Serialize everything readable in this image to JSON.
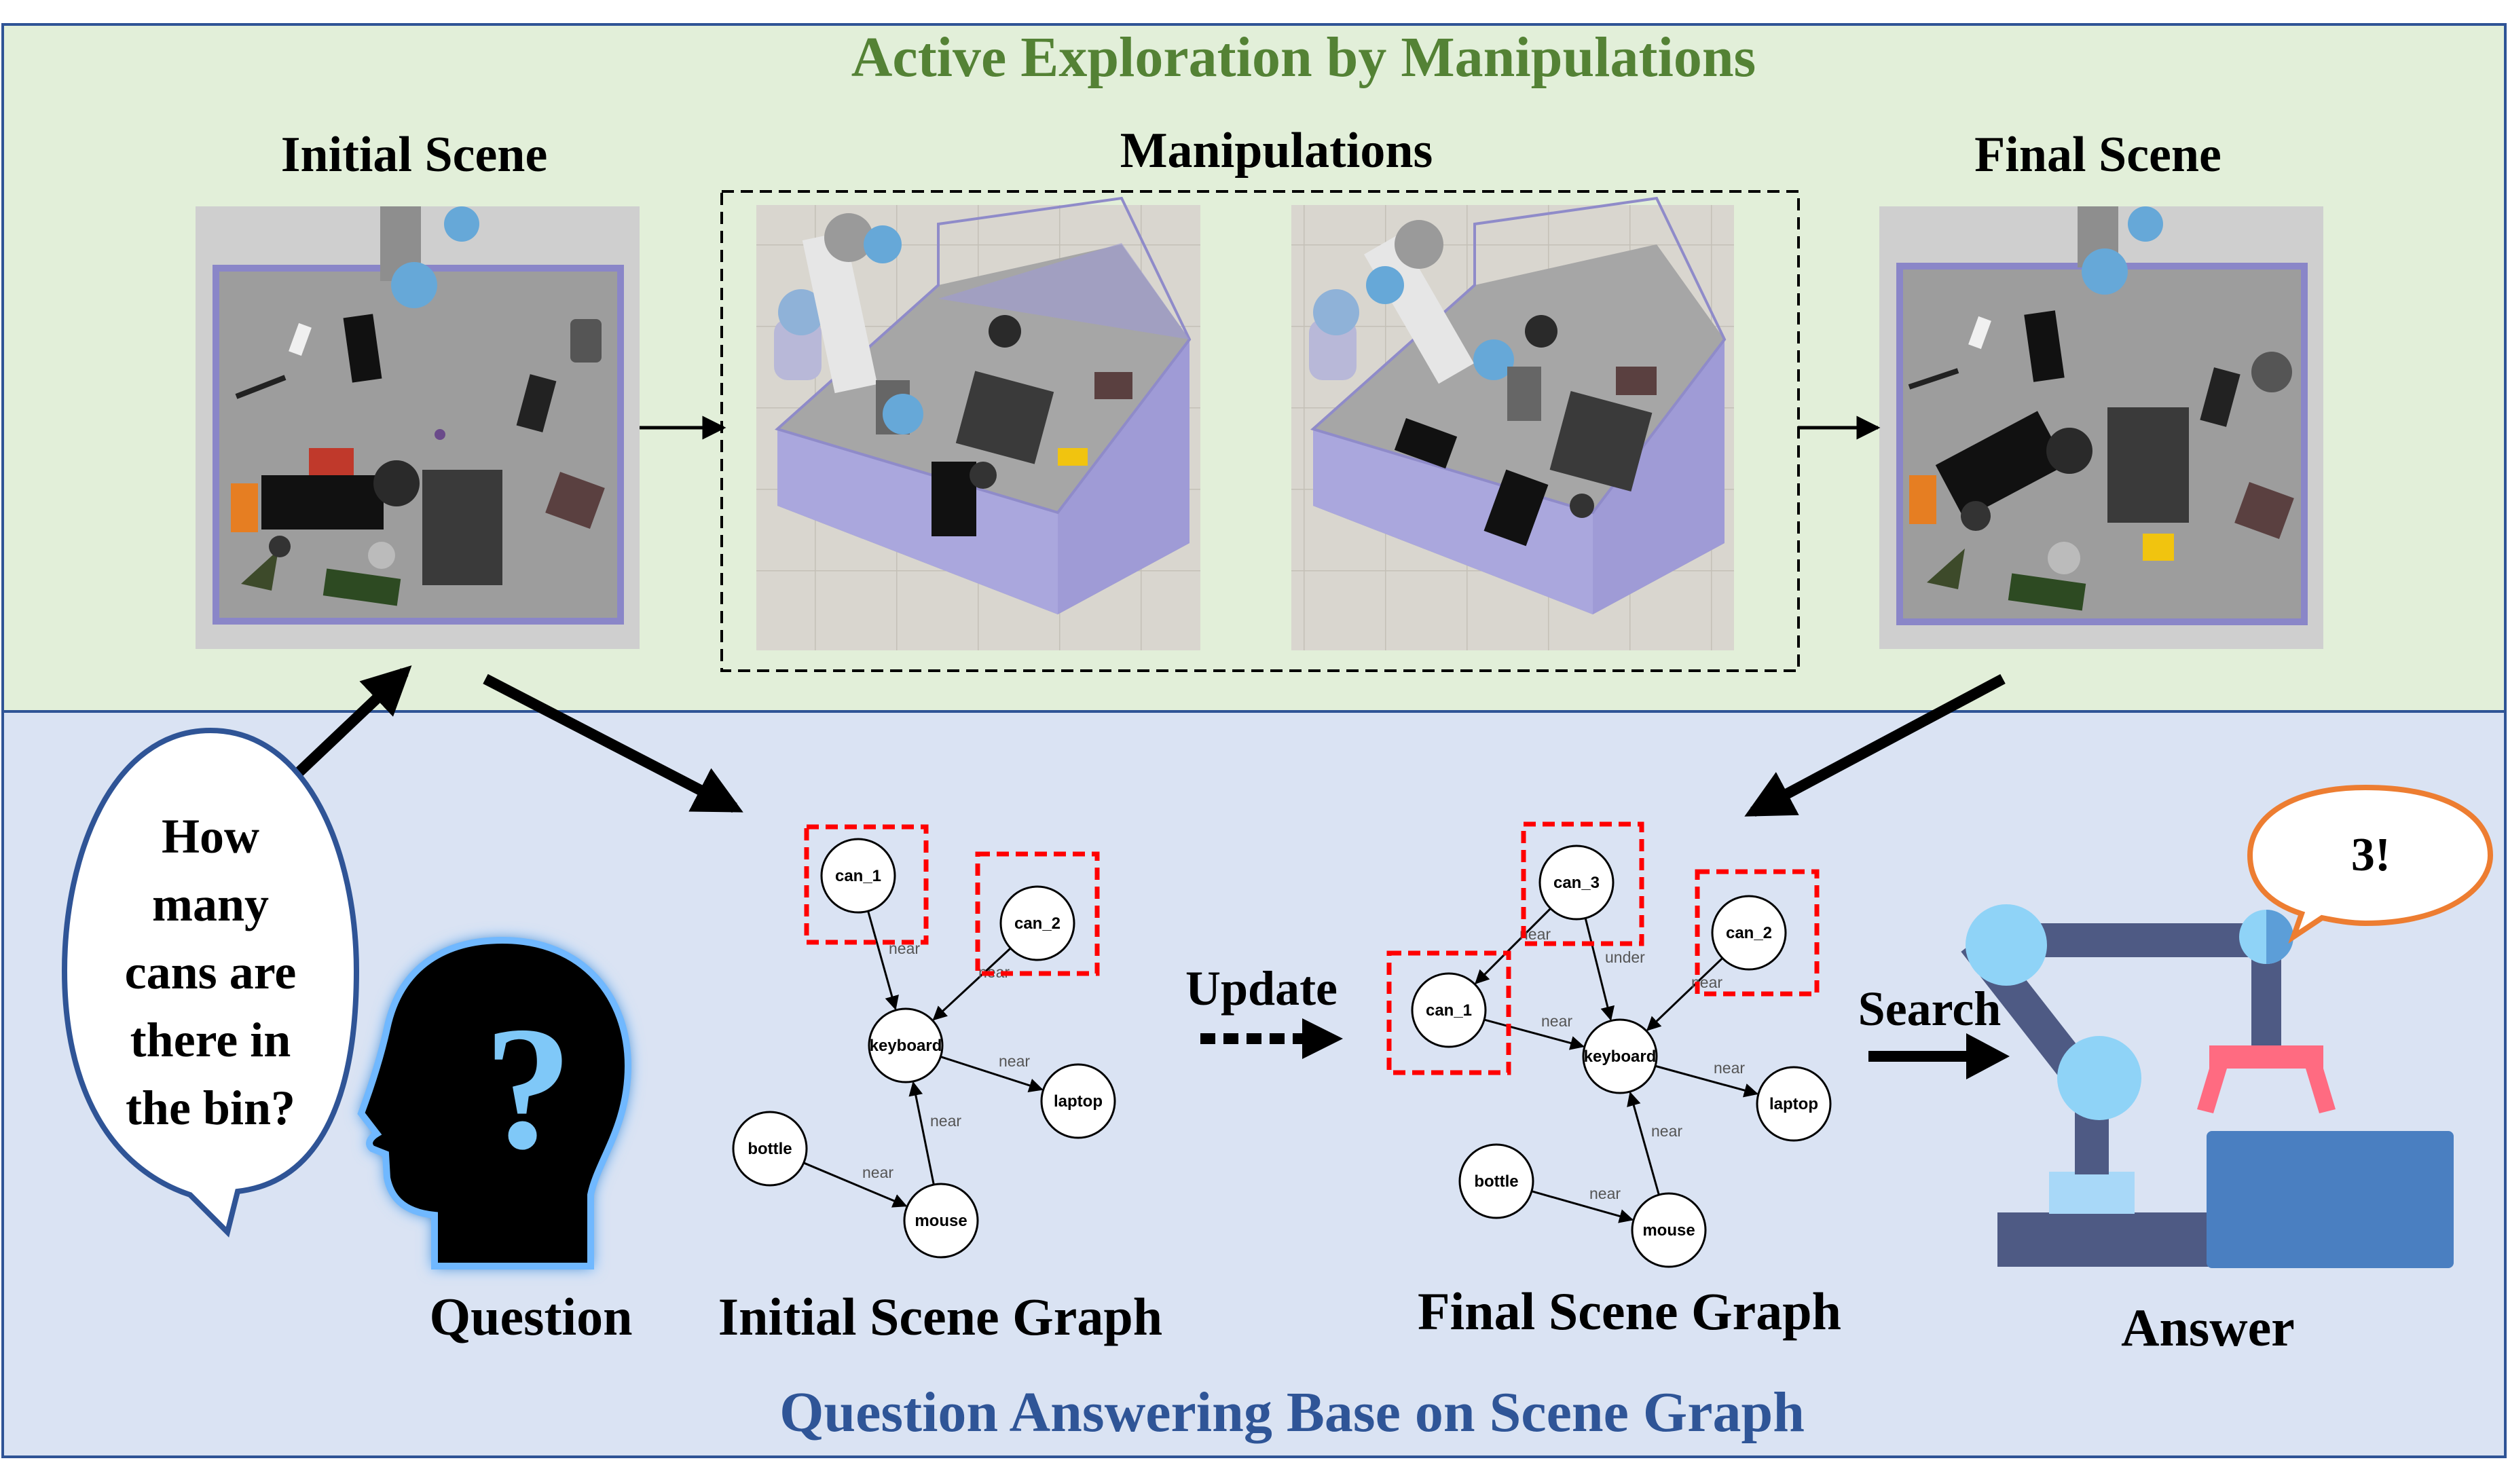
{
  "top_panel": {
    "title": "Active Exploration by Manipulations",
    "initial_scene_label": "Initial Scene",
    "manipulations_label": "Manipulations",
    "final_scene_label": "Final Scene"
  },
  "bottom_panel": {
    "title": "Question Answering Base on Scene Graph",
    "question_lines": [
      "How",
      "many",
      "cans are",
      "there in",
      "the bin?"
    ],
    "question_label": "Question",
    "question_mark": "?",
    "initial_graph_label": "Initial Scene Graph",
    "final_graph_label": "Final Scene Graph",
    "update_label": "Update",
    "search_label": "Search",
    "answer_label": "Answer",
    "answer_bubble": "3!"
  },
  "initial_graph": {
    "nodes": [
      "can_1",
      "can_2",
      "keyboard",
      "laptop",
      "bottle",
      "mouse"
    ],
    "edges": [
      {
        "from": "can_1",
        "to": "keyboard",
        "label": "near"
      },
      {
        "from": "can_2",
        "to": "keyboard",
        "label": "near"
      },
      {
        "from": "keyboard",
        "to": "laptop",
        "label": "near"
      },
      {
        "from": "mouse",
        "to": "keyboard",
        "label": "near"
      },
      {
        "from": "bottle",
        "to": "mouse",
        "label": "near"
      }
    ],
    "highlighted": [
      "can_1",
      "can_2"
    ]
  },
  "final_graph": {
    "nodes": [
      "can_3",
      "can_1",
      "can_2",
      "keyboard",
      "laptop",
      "bottle",
      "mouse"
    ],
    "edges": [
      {
        "from": "can_3",
        "to": "can_1",
        "label": "near"
      },
      {
        "from": "can_3",
        "to": "keyboard",
        "label": "under"
      },
      {
        "from": "can_2",
        "to": "keyboard",
        "label": "near"
      },
      {
        "from": "can_1",
        "to": "keyboard",
        "label": "near"
      },
      {
        "from": "keyboard",
        "to": "laptop",
        "label": "near"
      },
      {
        "from": "mouse",
        "to": "keyboard",
        "label": "near"
      },
      {
        "from": "bottle",
        "to": "mouse",
        "label": "near"
      }
    ],
    "highlighted": [
      "can_3",
      "can_1",
      "can_2"
    ]
  },
  "colors": {
    "top_bg": "#e2efd9",
    "bottom_bg": "#dae3f3",
    "border": "#2f5496",
    "top_title": "#548235",
    "bottom_title": "#2f5597",
    "highlight": "#ff0000",
    "robot_base": "#4e5a84",
    "robot_joint": "#8fd3f7",
    "robot_gripper": "#ff6b81",
    "robot_box": "#4a7fc1",
    "bubble_border_question": "#2f5496",
    "bubble_border_answer": "#ed7d31",
    "head_glow": "#6fb8ff"
  }
}
